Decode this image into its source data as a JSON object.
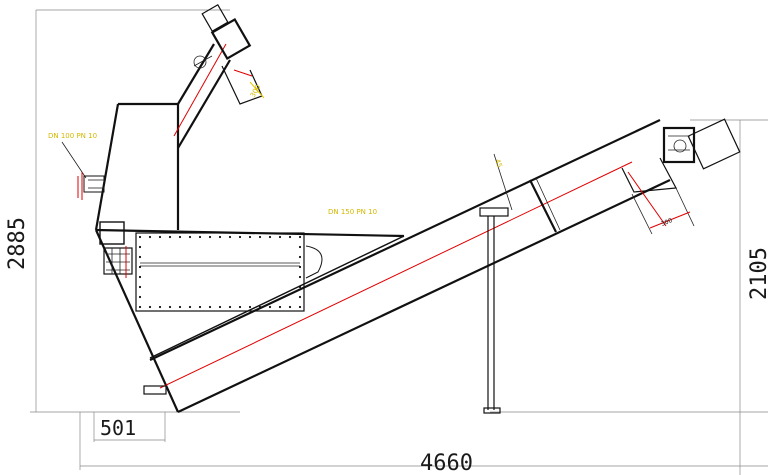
{
  "dimensions": {
    "overall_height": "2885",
    "discharge_height": "2105",
    "overall_length": "4660",
    "inlet_offset": "501",
    "discharge_chute_width": "300"
  },
  "notes": {
    "inlet_flange": "DN 100 PN 10",
    "overflow_flange": "DN 150 PN 10",
    "support_tag": "45",
    "top_tag": "300"
  },
  "colors": {
    "outline": "#111111",
    "centerline": "#e00000",
    "annotation": "#e6c800",
    "dimension": "#888888"
  }
}
